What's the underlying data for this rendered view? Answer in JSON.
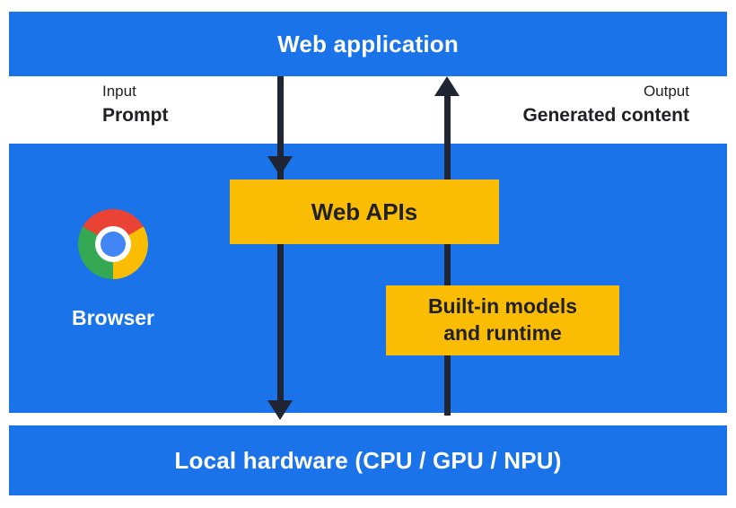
{
  "colors": {
    "blue": "#1A73E8",
    "yellow": "#FBBC04",
    "arrow": "#1F2532",
    "text_dark": "#202124",
    "chrome_red": "#EA4335",
    "chrome_green": "#34A853",
    "chrome_yellow": "#FBBC04",
    "chrome_blue": "#4285F4"
  },
  "top_bar": {
    "label": "Web application"
  },
  "io": {
    "input_label": "Input",
    "input_value": "Prompt",
    "output_label": "Output",
    "output_value": "Generated content"
  },
  "middle": {
    "browser_label": "Browser",
    "web_apis_label": "Web APIs",
    "builtin_line1": "Built-in models",
    "builtin_line2": "and runtime"
  },
  "bottom_bar": {
    "label": "Local hardware (CPU / GPU / NPU)"
  }
}
